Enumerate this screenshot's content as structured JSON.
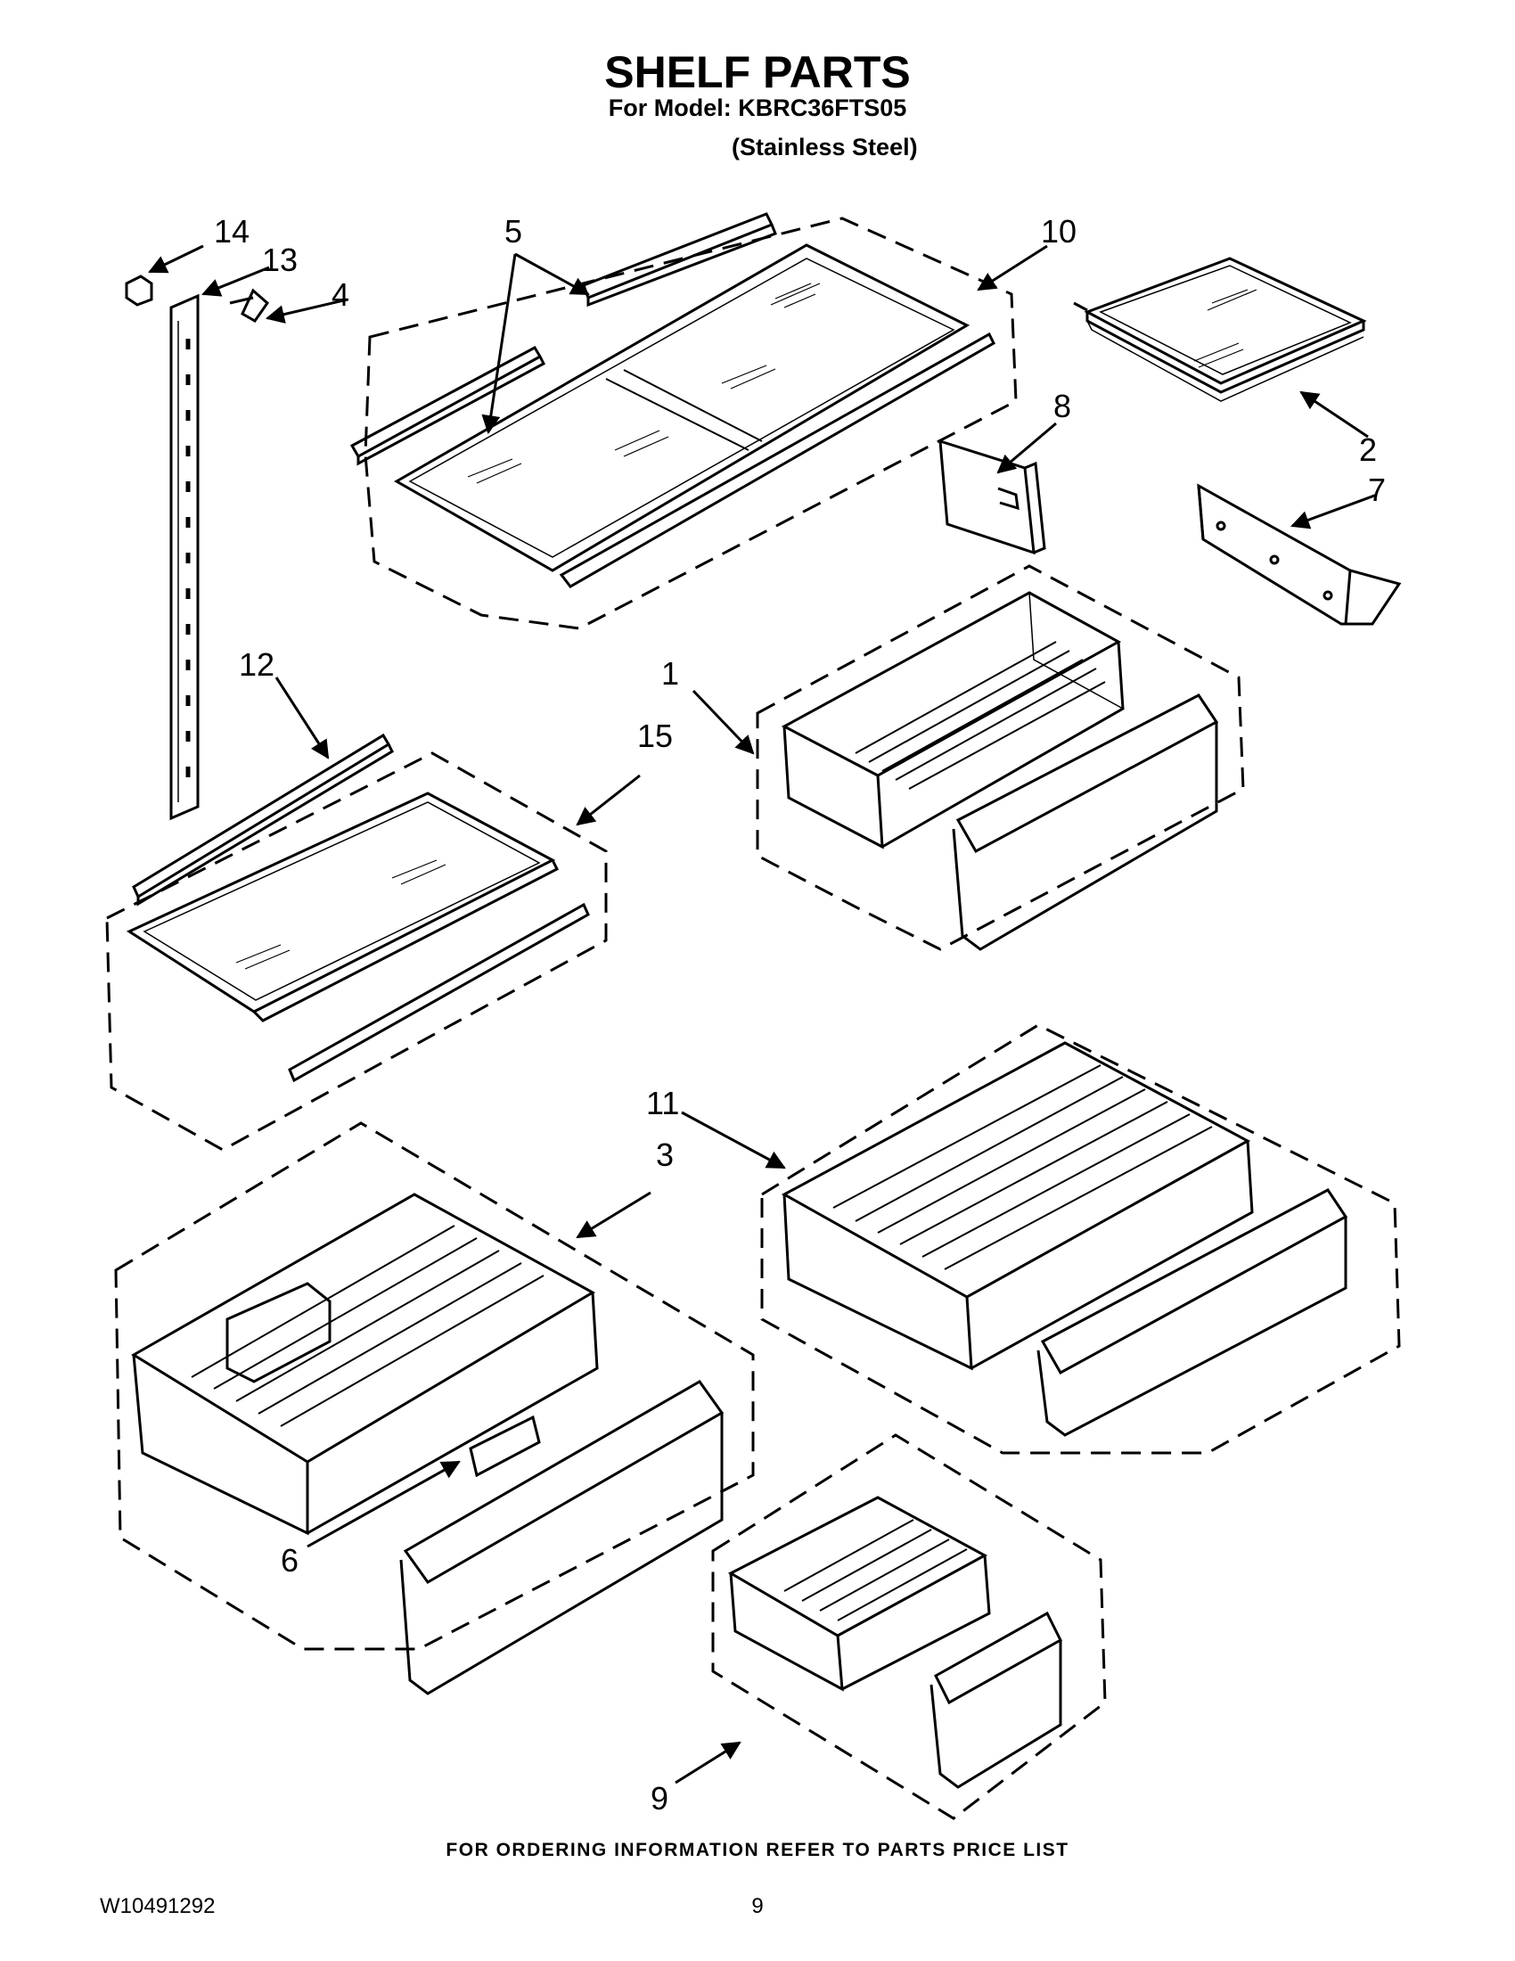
{
  "header": {
    "title": "SHELF PARTS",
    "model_line": "For Model: KBRC36FTS05",
    "variant": "(Stainless Steel)"
  },
  "callouts": [
    "1",
    "2",
    "3",
    "4",
    "5",
    "6",
    "7",
    "8",
    "9",
    "10",
    "11",
    "12",
    "13",
    "14",
    "15"
  ],
  "footer": {
    "note": "FOR ORDERING INFORMATION REFER TO PARTS PRICE LIST",
    "doc_number": "W10491292",
    "page_number": "9"
  }
}
